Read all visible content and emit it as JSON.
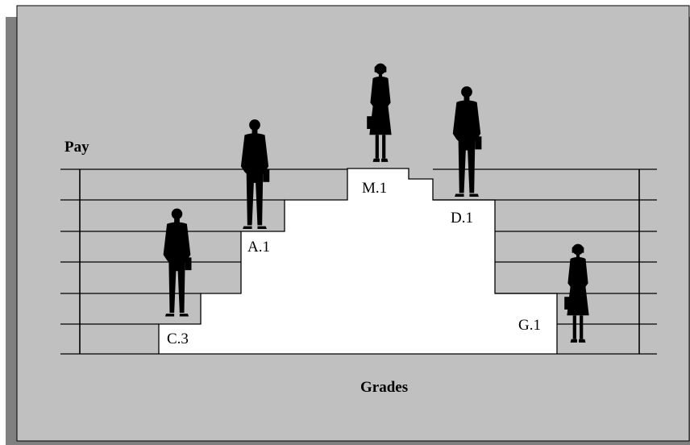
{
  "labels": {
    "y_axis": "Pay",
    "x_axis": "Grades"
  },
  "grades": [
    {
      "code": "C.3",
      "figure": "man"
    },
    {
      "code": "A.1",
      "figure": "man"
    },
    {
      "code": "M.1",
      "figure": "woman"
    },
    {
      "code": "D.1",
      "figure": "man"
    },
    {
      "code": "G.1",
      "figure": "woman"
    }
  ],
  "colors": {
    "panel": "#c0c0c0",
    "shadow": "#808080",
    "steps": "#ffffff",
    "lines": "#000000",
    "figures": "#000000"
  }
}
